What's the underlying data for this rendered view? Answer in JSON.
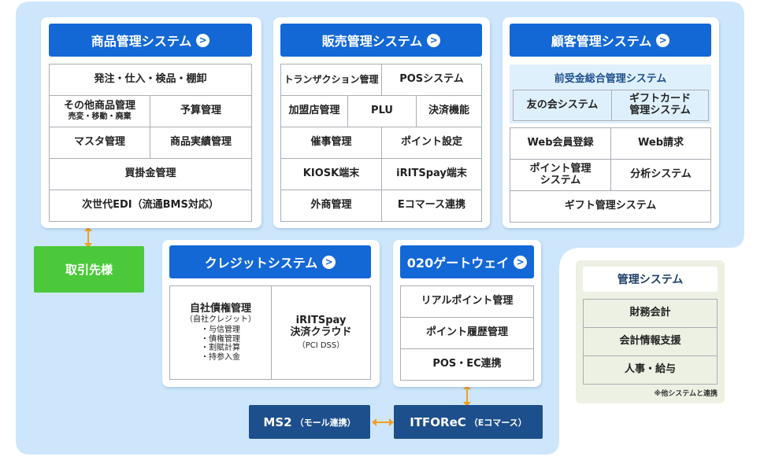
{
  "colors": {
    "background": "#cde6fb",
    "header": "#1368d6",
    "dark": "#1d4f8c",
    "green": "#4cc93a",
    "arrow": "#f0a020",
    "mgmt_bg": "#ecf1e3"
  },
  "product": {
    "title": "商品管理システム",
    "r1": "発注・仕入・検品・棚卸",
    "r2a": "その他商品管理",
    "r2a_sub": "売変・移動・廃棄",
    "r2b": "予算管理",
    "r3a": "マスタ管理",
    "r3b": "商品実績管理",
    "r4": "買掛金管理",
    "r5": "次世代EDI（流通BMS対応）"
  },
  "sales": {
    "title": "販売管理システム",
    "cells": [
      "トランザクション管理",
      "POSシステム",
      "加盟店管理",
      "PLU",
      "決済機能",
      "催事管理",
      "ポイント設定",
      "KIOSK端末",
      "iRITSpay端末",
      "外商管理",
      "Eコマース連携"
    ]
  },
  "customer": {
    "title": "顧客管理システム",
    "sub_title": "前受金総合管理システム",
    "sub_a": "友の会システム",
    "sub_b1": "ギフトカード",
    "sub_b2": "管理システム",
    "cells": [
      "Web会員登録",
      "Web請求",
      "ポイント管理",
      "システム",
      "分析システム",
      "ギフト管理システム"
    ]
  },
  "partner": "取引先様",
  "credit": {
    "title": "クレジットシステム",
    "left_title": "自社債権管理",
    "left_sub": "（自社クレジット）",
    "items": [
      "・与信管理",
      "・債権管理",
      "・割賦計算",
      "・持参入金"
    ],
    "right1": "iRITSpay",
    "right2": "決済クラウド",
    "right3": "（PCI DSS）"
  },
  "o2o": {
    "title": "020ゲートウェイ",
    "cells": [
      "リアルポイント管理",
      "ポイント履歴管理",
      "POS・EC連携"
    ]
  },
  "ms2": {
    "main": "MS2",
    "sub": "（モール連携）"
  },
  "itforec": {
    "main": "ITFOReC",
    "sub": "（Eコマース）"
  },
  "mgmt": {
    "title": "管理システム",
    "cells": [
      "財務会計",
      "会計情報支援",
      "人事・給与"
    ],
    "note": "※他システムと連携"
  }
}
